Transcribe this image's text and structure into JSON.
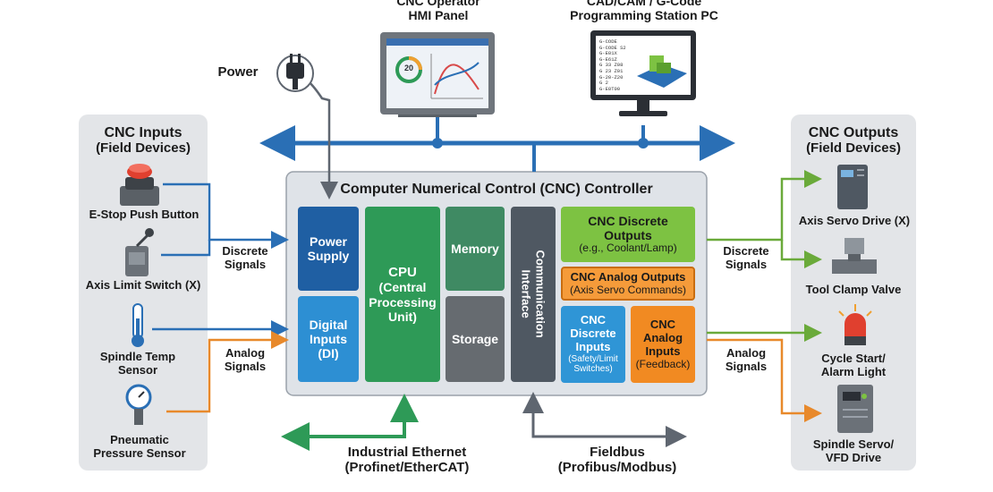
{
  "top": {
    "hmi_title": [
      "CNC Operator",
      "HMI Panel"
    ],
    "hmi_gauge_value": "20",
    "pc_title": [
      "CAD/CAM / G-Code",
      "Programming Station PC"
    ],
    "pc_code_lines": [
      "G-CODE",
      "G-CODE S2",
      "G-E01X",
      "G-E61Z",
      "G 33 Z08",
      "G 23 Z01",
      "G-20-Z20",
      "G 2",
      "G-E0T00"
    ],
    "power_label": "Power"
  },
  "controller": {
    "title": "Computer Numerical Control (CNC) Controller",
    "power_supply": [
      "Power",
      "Supply"
    ],
    "digital_inputs": [
      "Digital",
      "Inputs",
      "(DI)"
    ],
    "cpu": [
      "CPU",
      "(Central",
      "Processing",
      "Unit)"
    ],
    "memory": "Memory",
    "storage": "Storage",
    "comm_interface": [
      "Communication",
      "Interface"
    ],
    "discrete_outputs": [
      "CNC Discrete",
      "Outputs",
      "(e.g., Coolant/Lamp)"
    ],
    "analog_outputs": [
      "CNC Analog Outputs",
      "(Axis Servo Commands)"
    ],
    "discrete_inputs": [
      "CNC",
      "Discrete",
      "Inputs",
      "(Safety/Limit",
      "Switches)"
    ],
    "analog_inputs": [
      "CNC",
      "Analog",
      "Inputs",
      "(Feedback)"
    ]
  },
  "inputs_panel": {
    "title": [
      "CNC Inputs",
      "(Field Devices)"
    ],
    "devices": [
      {
        "label": [
          "E-Stop Push Button"
        ],
        "icon": "estop-button-icon"
      },
      {
        "label": [
          "Axis Limit Switch (X)"
        ],
        "icon": "limit-switch-icon"
      },
      {
        "label": [
          "Spindle Temp",
          "Sensor"
        ],
        "icon": "thermometer-icon"
      },
      {
        "label": [
          "Pneumatic",
          "Pressure Sensor"
        ],
        "icon": "pressure-gauge-icon"
      }
    ]
  },
  "outputs_panel": {
    "title": [
      "CNC Outputs",
      "(Field Devices)"
    ],
    "devices": [
      {
        "label": [
          "Axis Servo Drive (X)"
        ],
        "icon": "servo-drive-icon"
      },
      {
        "label": [
          "Tool Clamp Valve"
        ],
        "icon": "valve-icon"
      },
      {
        "label": [
          "Cycle Start/",
          "Alarm Light"
        ],
        "icon": "alarm-light-icon"
      },
      {
        "label": [
          "Spindle Servo/",
          "VFD Drive"
        ],
        "icon": "vfd-drive-icon"
      }
    ]
  },
  "signals": {
    "left_discrete": [
      "Discrete",
      "Signals"
    ],
    "left_analog": [
      "Analog",
      "Signals"
    ],
    "right_discrete": [
      "Discrete",
      "Signals"
    ],
    "right_analog": [
      "Analog",
      "Signals"
    ]
  },
  "bottom": {
    "ethernet": [
      "Industrial Ethernet",
      "(Profinet/EtherCAT)"
    ],
    "fieldbus": [
      "Fieldbus",
      "(Profibus/Modbus)"
    ]
  },
  "colors": {
    "blue_line": "#2a6fb5",
    "green_line": "#6aaa3a",
    "orange_line": "#e8892b",
    "dark_green_line": "#2e9a57",
    "gray_line": "#5f6670",
    "power_supply": "#1f5fa3",
    "digital_inputs": "#2d8fd3",
    "cpu": "#2e9a57",
    "memory": "#3f8a63",
    "storage": "#666b70",
    "comm": "#4f5862",
    "discrete_outputs": "#7dc242",
    "analog_outputs": "#f59b3a",
    "discrete_inputs": "#2f95d6",
    "analog_inputs": "#f18a22"
  }
}
